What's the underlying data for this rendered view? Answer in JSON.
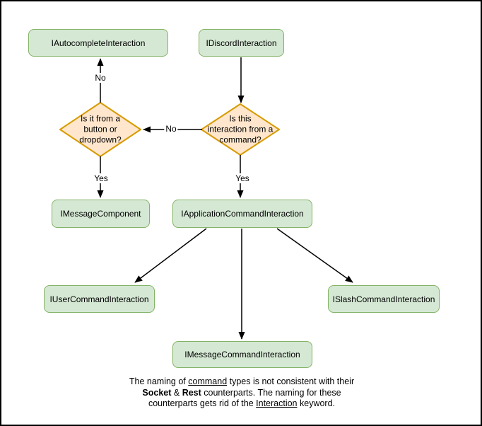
{
  "nodes": {
    "autocomplete": {
      "label": "IAutocompleteInteraction"
    },
    "discord": {
      "label": "IDiscordInteraction"
    },
    "message_component": {
      "label": "IMessageComponent"
    },
    "application_command": {
      "label": "IApplicationCommandInteraction"
    },
    "user_command": {
      "label": "IUserCommandInteraction"
    },
    "slash_command": {
      "label": "ISlashCommandInteraction"
    },
    "message_command": {
      "label": "IMessageCommandInteraction"
    }
  },
  "decisions": {
    "button_dropdown": {
      "label": "Is it from a\nbutton or\ndropdown?"
    },
    "from_command": {
      "label": "Is this\ninteraction from a\ncommand?"
    }
  },
  "edge_labels": {
    "no_to_autocomplete": "No",
    "no_between_decisions": "No",
    "yes_to_message_component": "Yes",
    "yes_to_application_command": "Yes"
  },
  "caption": {
    "l1a": "The naming of ",
    "l1b": "command",
    "l1c": " types is not consistent with their",
    "l2a": "Socket",
    "l2b": " & ",
    "l2c": "Rest",
    "l2d": " counterparts. The naming for these",
    "l3a": "counterparts gets rid of the ",
    "l3b": "Interaction",
    "l3c": " keyword."
  },
  "colors": {
    "node_fill": "#d5e8d4",
    "node_stroke": "#82b366",
    "decision_fill": "#ffe6cc",
    "decision_stroke": "#d79b00",
    "edge": "#000000",
    "canvas_border": "#000000",
    "background": "#ffffff"
  }
}
